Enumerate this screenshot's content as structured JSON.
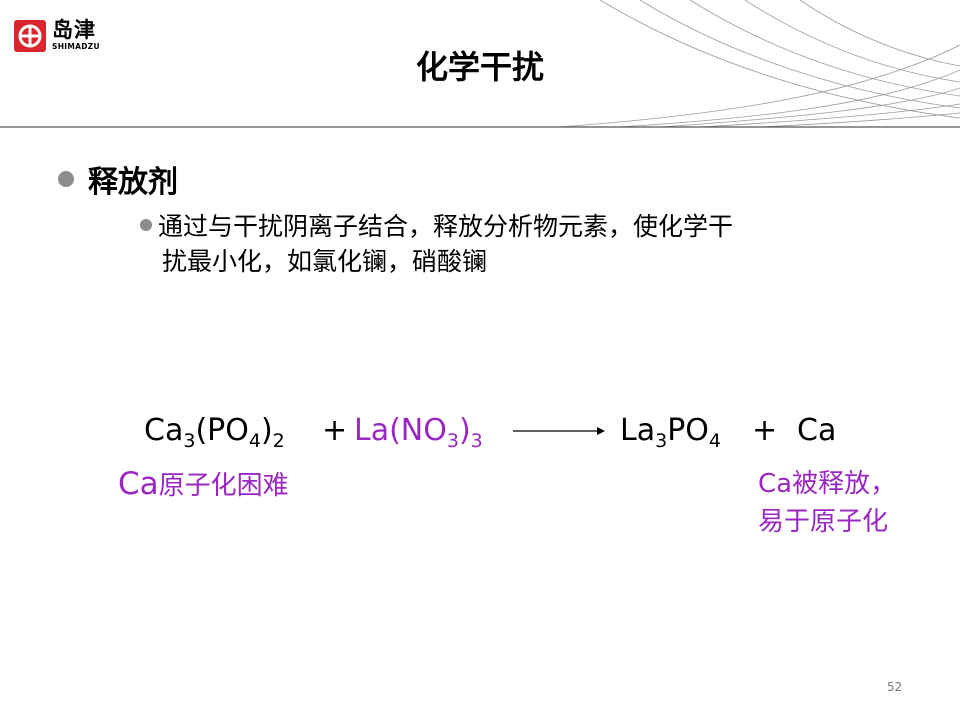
{
  "logo": {
    "name_cn": "岛津",
    "name_en": "SHIMADZU"
  },
  "title": "化学干扰",
  "bullet1": "释放剂",
  "bullet2": {
    "line1": "通过与干扰阴离子结合，释放分析物元素，使化学干",
    "line2": "扰最小化，如氯化镧，硝酸镧"
  },
  "equation": {
    "reactant1": {
      "a": "Ca",
      "a_sub": "3",
      "b": "(PO",
      "b_sub": "4",
      "c": ")",
      "c_sub": "2"
    },
    "plus1": "+",
    "reactant2": {
      "a": "La(NO",
      "a_sub": "3",
      "b": ")",
      "b_sub": "3"
    },
    "product1": {
      "a": "La",
      "a_sub": "3",
      "b": "PO",
      "b_sub": "4"
    },
    "plus2": "+",
    "product2": "Ca"
  },
  "note_left": {
    "element": "Ca",
    "text": "原子化困难"
  },
  "note_right": {
    "line1": "Ca被释放，",
    "line2": "易于原子化"
  },
  "page_number": "52",
  "colors": {
    "accent_purple": "#9b27c2",
    "bullet_gray": "#8c8c8c",
    "logo_red": "#d7262e"
  }
}
